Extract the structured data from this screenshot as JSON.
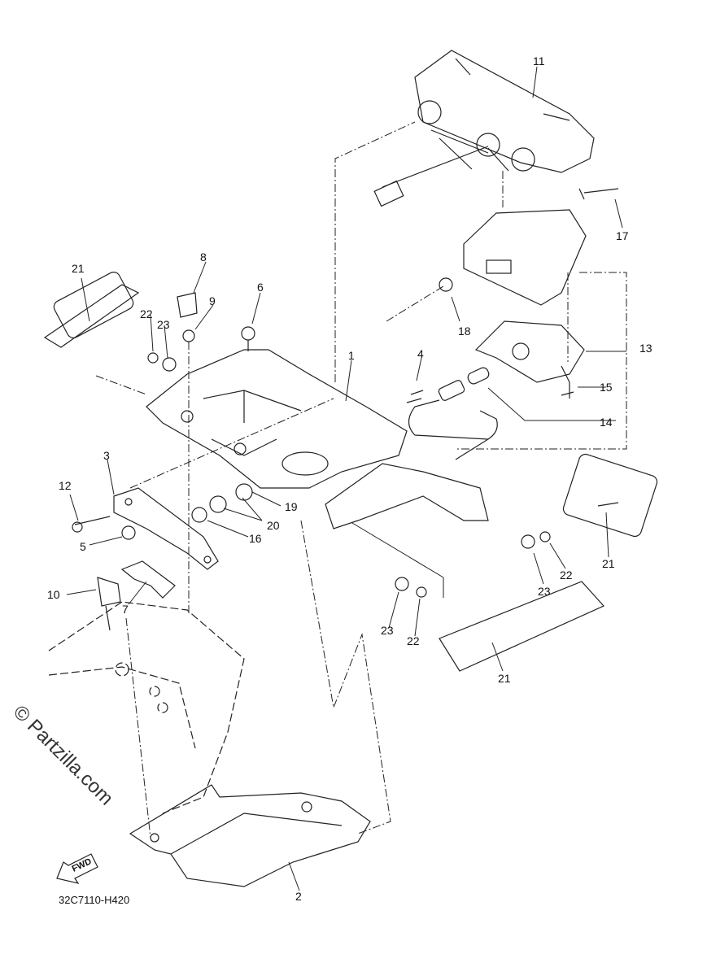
{
  "diagram": {
    "callouts": [
      {
        "id": "c1",
        "text": "1"
      },
      {
        "id": "c2",
        "text": "2"
      },
      {
        "id": "c3",
        "text": "3"
      },
      {
        "id": "c4",
        "text": "4"
      },
      {
        "id": "c5",
        "text": "5"
      },
      {
        "id": "c6",
        "text": "6"
      },
      {
        "id": "c7",
        "text": "7"
      },
      {
        "id": "c8",
        "text": "8"
      },
      {
        "id": "c9",
        "text": "9"
      },
      {
        "id": "c10",
        "text": "10"
      },
      {
        "id": "c11",
        "text": "11"
      },
      {
        "id": "c12",
        "text": "12"
      },
      {
        "id": "c13",
        "text": "13"
      },
      {
        "id": "c14",
        "text": "14"
      },
      {
        "id": "c15",
        "text": "15"
      },
      {
        "id": "c16",
        "text": "16"
      },
      {
        "id": "c17",
        "text": "17"
      },
      {
        "id": "c18",
        "text": "18"
      },
      {
        "id": "c19",
        "text": "19"
      },
      {
        "id": "c20",
        "text": "20"
      },
      {
        "id": "c21a",
        "text": "21"
      },
      {
        "id": "c21b",
        "text": "21"
      },
      {
        "id": "c21c",
        "text": "21"
      },
      {
        "id": "c22a",
        "text": "22"
      },
      {
        "id": "c22b",
        "text": "22"
      },
      {
        "id": "c22c",
        "text": "22"
      },
      {
        "id": "c23a",
        "text": "23"
      },
      {
        "id": "c23b",
        "text": "23"
      },
      {
        "id": "c23c",
        "text": "23"
      }
    ],
    "fwd_label": "FWD",
    "diagram_code": "32C7110-H420",
    "watermark": "© Partzilla.com"
  }
}
